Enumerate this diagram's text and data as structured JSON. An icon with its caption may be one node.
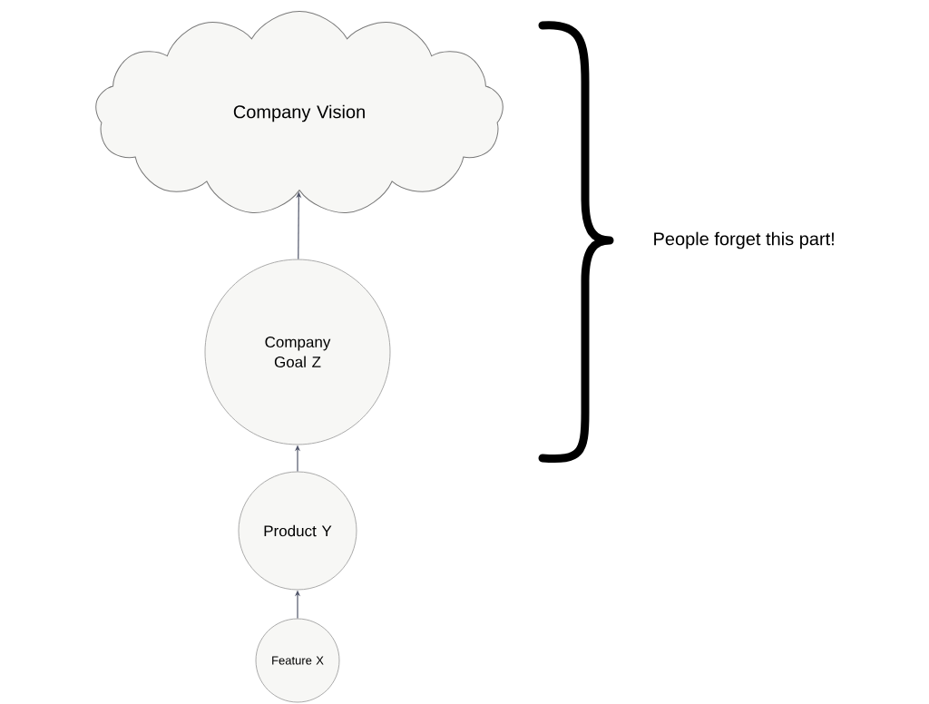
{
  "diagram": {
    "nodes": [
      {
        "text": [
          "Company Vision"
        ]
      },
      {
        "text": [
          "Company Goal Z"
        ]
      },
      {
        "text": [
          "Product Y"
        ]
      },
      {
        "text": [
          "Feature X"
        ]
      }
    ],
    "edges": [
      {
        "from": 3,
        "to": 2,
        "arrow": "to"
      },
      {
        "from": 2,
        "to": 1,
        "arrow": "to"
      },
      {
        "from": 1,
        "to": 0,
        "arrow": "to"
      }
    ],
    "labels": [
      "People forget this part!"
    ]
  }
}
